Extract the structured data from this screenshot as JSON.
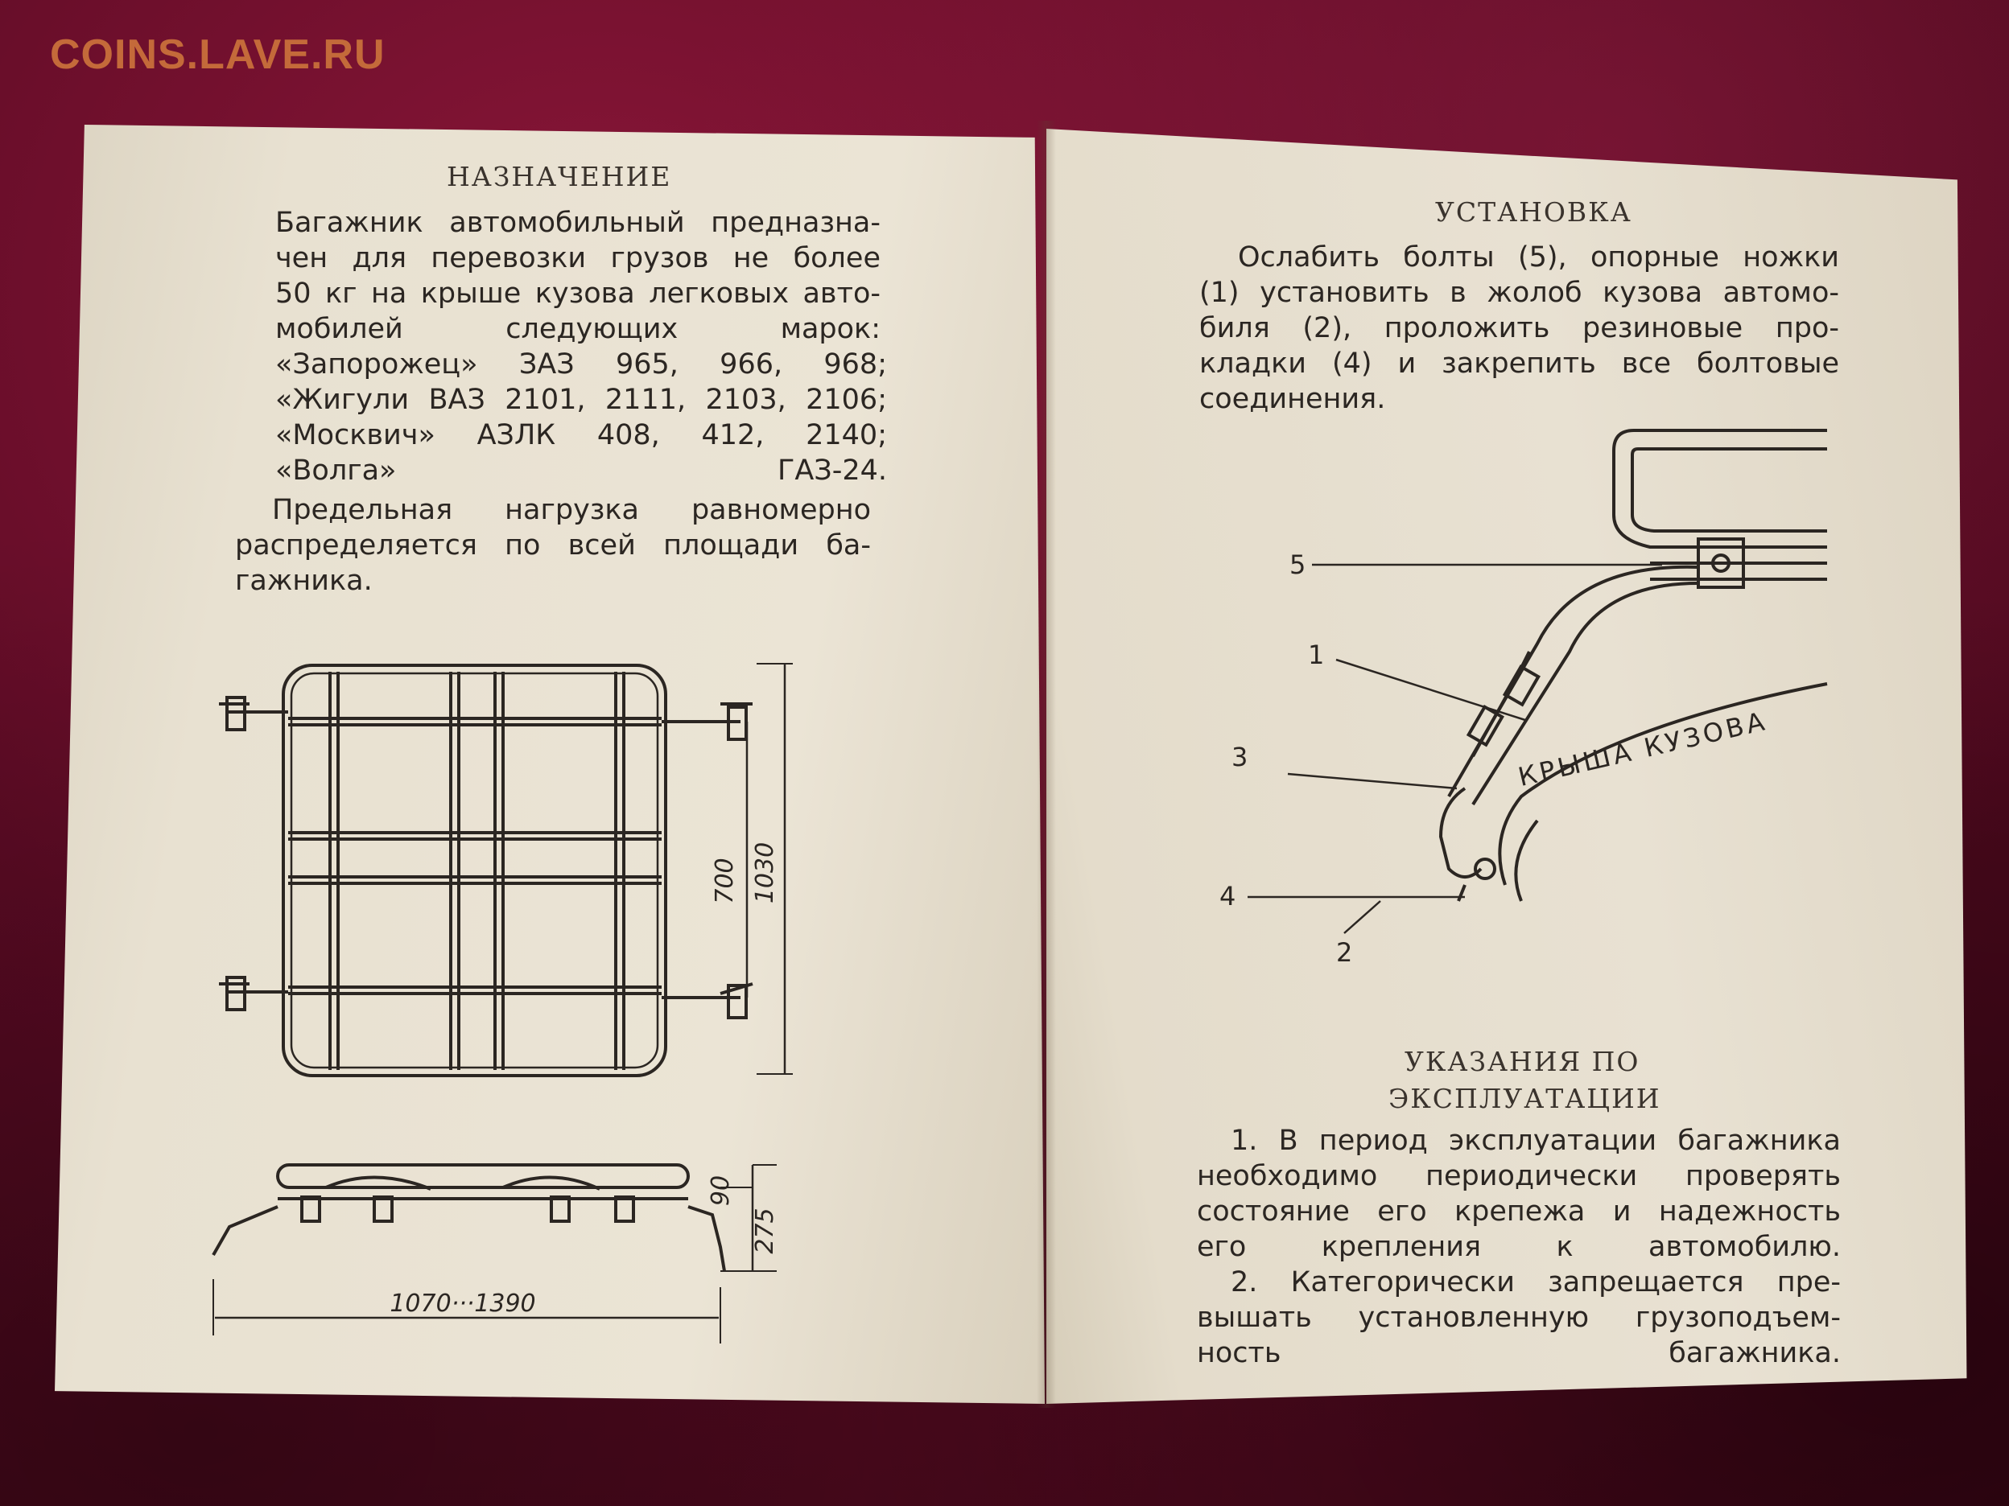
{
  "watermark": "COINS.LAVE.RU",
  "left_page": {
    "heading": "НАЗНАЧЕНИЕ",
    "purpose_lines": [
      "Багажник автомобильный предназна-",
      "чен для перевозки грузов не более",
      "50 кг на крыше кузова легковых авто-",
      "мобилей следующих марок:"
    ],
    "models": [
      "«Запорожец» ЗАЗ 965, 966, 968;",
      "«Жигули ВАЗ 2101, 2111, 2103, 2106;",
      "«Москвич» АЗЛК 408, 412, 2140;",
      "«Волга» ГАЗ-24."
    ],
    "load_lines": [
      "Предельная нагрузка равномерно",
      "распределяется по всей площади ба-",
      "гажника."
    ],
    "drawing_dims": {
      "inner_length": "700",
      "outer_length": "1030",
      "width_range": "1070···1390",
      "height_small": "90",
      "height_total": "275"
    }
  },
  "right_page": {
    "install_heading": "УСТАНОВКА",
    "install_lines": [
      "Ослабить болты (5), опорные ножки",
      "(1) установить в жолоб кузова автомо-",
      "биля (2), проложить резиновые про-",
      "кладки (4) и закрепить все болтовые",
      "соединения."
    ],
    "diagram_labels": {
      "roof": "КРЫША КУЗОВА",
      "c1": "1",
      "c2": "2",
      "c3": "3",
      "c4": "4",
      "c5": "5"
    },
    "usage_heading_1": "УКАЗАНИЯ ПО",
    "usage_heading_2": "ЭКСПЛУАТАЦИИ",
    "usage_lines": [
      "1. В период эксплуатации багажника",
      "необходимо периодически проверять",
      "состояние его крепежа и надежность",
      "его крепления к автомобилю.",
      "2. Категорически запрещается пре-",
      "вышать установленную грузоподъем-",
      "ность багажника."
    ]
  }
}
